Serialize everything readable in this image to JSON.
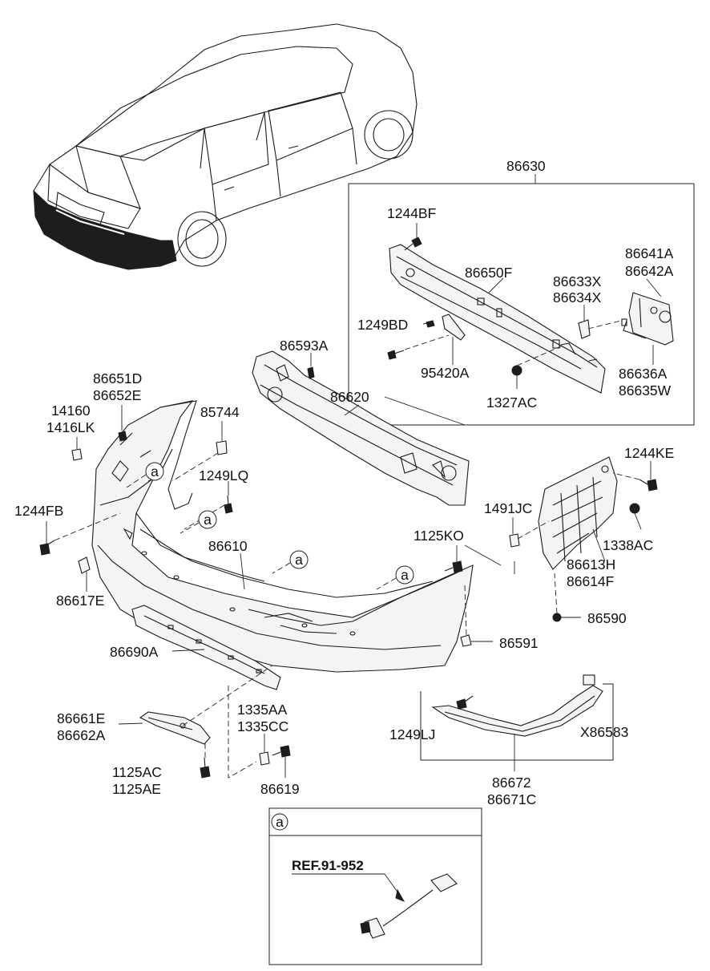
{
  "parts": {
    "p86630": "86630",
    "p1244BF": "1244BF",
    "p86650F": "86650F",
    "p86641A": "86641A",
    "p86642A": "86642A",
    "p86633X": "86633X",
    "p86634X": "86634X",
    "p1249BD": "1249BD",
    "p95420A": "95420A",
    "p86636A": "86636A",
    "p86635W": "86635W",
    "p1327AC": "1327AC",
    "p86593A": "86593A",
    "p86620": "86620",
    "p86651D": "86651D",
    "p86652E": "86652E",
    "p14160": "14160",
    "p1416LK": "1416LK",
    "p85744": "85744",
    "p1249LQ": "1249LQ",
    "p1244FB": "1244FB",
    "p86610": "86610",
    "p86617E": "86617E",
    "p1244KE": "1244KE",
    "p1491JC": "1491JC",
    "p1338AC": "1338AC",
    "p1125KO": "1125KO",
    "p86613H": "86613H",
    "p86614F": "86614F",
    "p86590": "86590",
    "p86591": "86591",
    "p86690A": "86690A",
    "p86661E": "86661E",
    "p86662A": "86662A",
    "p1335AA": "1335AA",
    "p1335CC": "1335CC",
    "p1125AC": "1125AC",
    "p1125AE": "1125AE",
    "p86619": "86619",
    "p1249LJ": "1249LJ",
    "pX86583": "X86583",
    "p86672": "86672",
    "p86671C": "86671C"
  },
  "callout_letter": "a",
  "detail": {
    "letter": "a",
    "reference": "REF.91-952"
  }
}
